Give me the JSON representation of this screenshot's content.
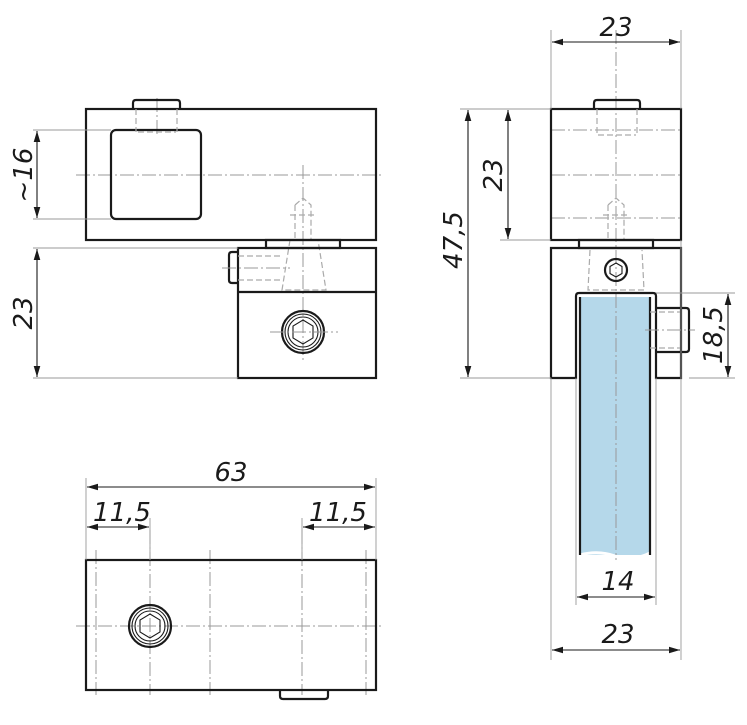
{
  "front_view": {
    "dim_height_window": "~16",
    "dim_height_lower": "23"
  },
  "side_view": {
    "dim_width_top": "23",
    "dim_total_height": "47,5",
    "dim_upper_height": "23",
    "dim_slot_depth": "18,5",
    "dim_glass_thickness": "14",
    "dim_width_bottom": "23",
    "glass_color": "#b5d8ea"
  },
  "bottom_view": {
    "dim_length": "63",
    "dim_left_offset": "11,5",
    "dim_right_offset": "11,5"
  }
}
